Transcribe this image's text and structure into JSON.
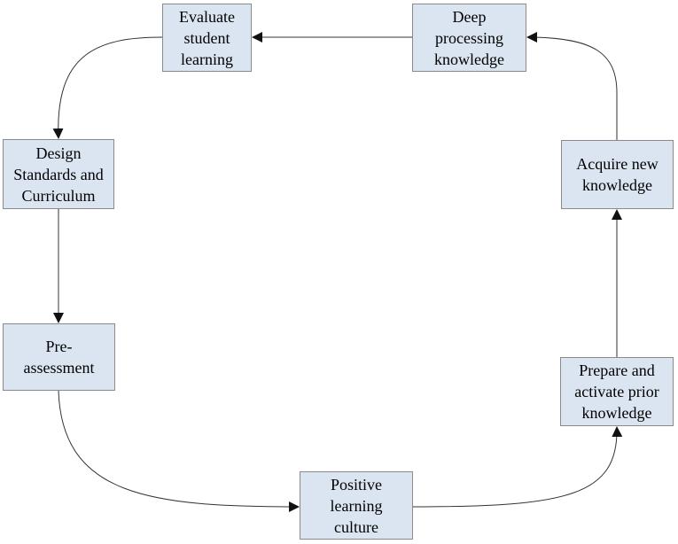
{
  "diagram": {
    "nodes": {
      "evaluate": "Evaluate\nstudent\nlearning",
      "deep": "Deep\nprocessing\nknowledge",
      "design": "Design\nStandards and\nCurriculum",
      "acquire": "Acquire new\nknowledge",
      "pre": "Pre-\nassessment",
      "prepare": "Prepare and\nactivate prior\nknowledge",
      "positive": "Positive\nlearning\nculture"
    },
    "colors": {
      "node_fill": "#dbe5f1",
      "node_border": "#8a8a8a",
      "edge": "#333333"
    }
  }
}
